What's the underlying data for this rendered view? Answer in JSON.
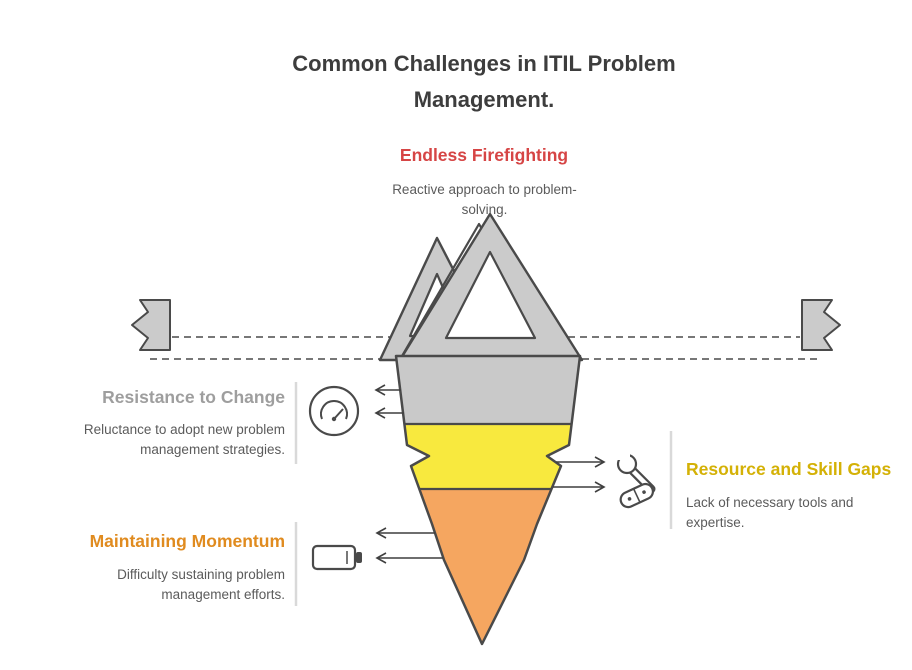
{
  "title": {
    "line1": "Common Challenges in ITIL Problem",
    "line2": "Management."
  },
  "callouts": {
    "endless_firefighting": {
      "heading": "Endless Firefighting",
      "body": "Reactive approach to problem-solving.",
      "heading_color": "#d64545",
      "position": "top-center"
    },
    "resistance_to_change": {
      "heading": "Resistance to Change",
      "body": "Reluctance to adopt new problem management strategies.",
      "heading_color": "#9e9e9e",
      "position": "left-upper"
    },
    "maintaining_momentum": {
      "heading": "Maintaining Momentum",
      "body": "Difficulty sustaining problem management efforts.",
      "heading_color": "#e08b1f",
      "position": "left-lower"
    },
    "resource_and_skill_gaps": {
      "heading": "Resource and Skill Gaps",
      "body": "Lack of necessary tools and expertise.",
      "heading_color": "#d4b106",
      "position": "right-middle"
    }
  },
  "diagram": {
    "type": "iceberg-funnel",
    "icons": [
      "gauge-icon",
      "battery-icon",
      "wrench-icon",
      "capsule-icon"
    ],
    "colors": {
      "outline": "#4a4a4a",
      "mountain_fill": "#cbcbcb",
      "gray_band": "#c9c9c9",
      "yellow_band": "#f8e93e",
      "orange_band": "#f5a660",
      "title_text": "#3d3d3d",
      "body_text": "#5b5b5b",
      "waterline": "#4a4a4a",
      "divider": "#d9d9d9"
    }
  }
}
